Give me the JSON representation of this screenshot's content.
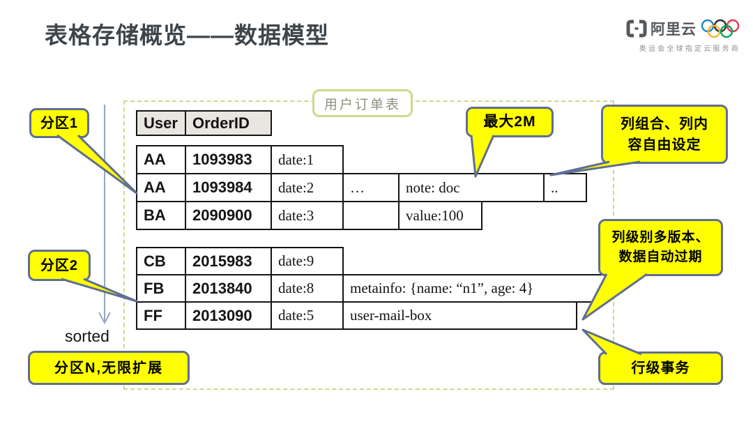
{
  "title": "表格存储概览——数据模型",
  "logo": {
    "brand": "阿里云",
    "subtitle": "奥运会全球指定云服务商"
  },
  "diagram": {
    "table_label": "用户订单表",
    "sorted_label": "sorted"
  },
  "table": {
    "header": {
      "col1": "User",
      "col2": "OrderID"
    },
    "group1": {
      "r1": {
        "user": "AA",
        "order": "1093983",
        "date": "date:1"
      },
      "r2": {
        "user": "AA",
        "order": "1093984",
        "date": "date:2",
        "ellipsis": "…",
        "note": "note: doc",
        "dots": ".."
      },
      "r3": {
        "user": "BA",
        "order": "2090900",
        "date": "date:3",
        "value": "value:100"
      }
    },
    "group2": {
      "r1": {
        "user": "CB",
        "order": "2015983",
        "date": "date:9"
      },
      "r2": {
        "user": "FB",
        "order": "2013840",
        "date": "date:8",
        "meta": "metainfo: {name: “n1”, age: 4}"
      },
      "r3": {
        "user": "FF",
        "order": "2013090",
        "date": "date:5",
        "mailbox": "user-mail-box"
      }
    }
  },
  "callouts": {
    "partition1": "分区1",
    "partition2": "分区2",
    "max_2m": "最大2M",
    "column_free_l1": "列组合、列内",
    "column_free_l2": "容自由设定",
    "multi_version_l1": "列级别多版本、",
    "multi_version_l2": "数据自动过期",
    "row_transaction": "行级事务",
    "partition_n": "分区N,无限扩展"
  },
  "colors": {
    "callout_fill": "#ffff00",
    "callout_border": "#5f6e92",
    "dashed_border": "#ccd98a",
    "header_bg": "#e9e5e1",
    "title_color": "#3e454a"
  }
}
